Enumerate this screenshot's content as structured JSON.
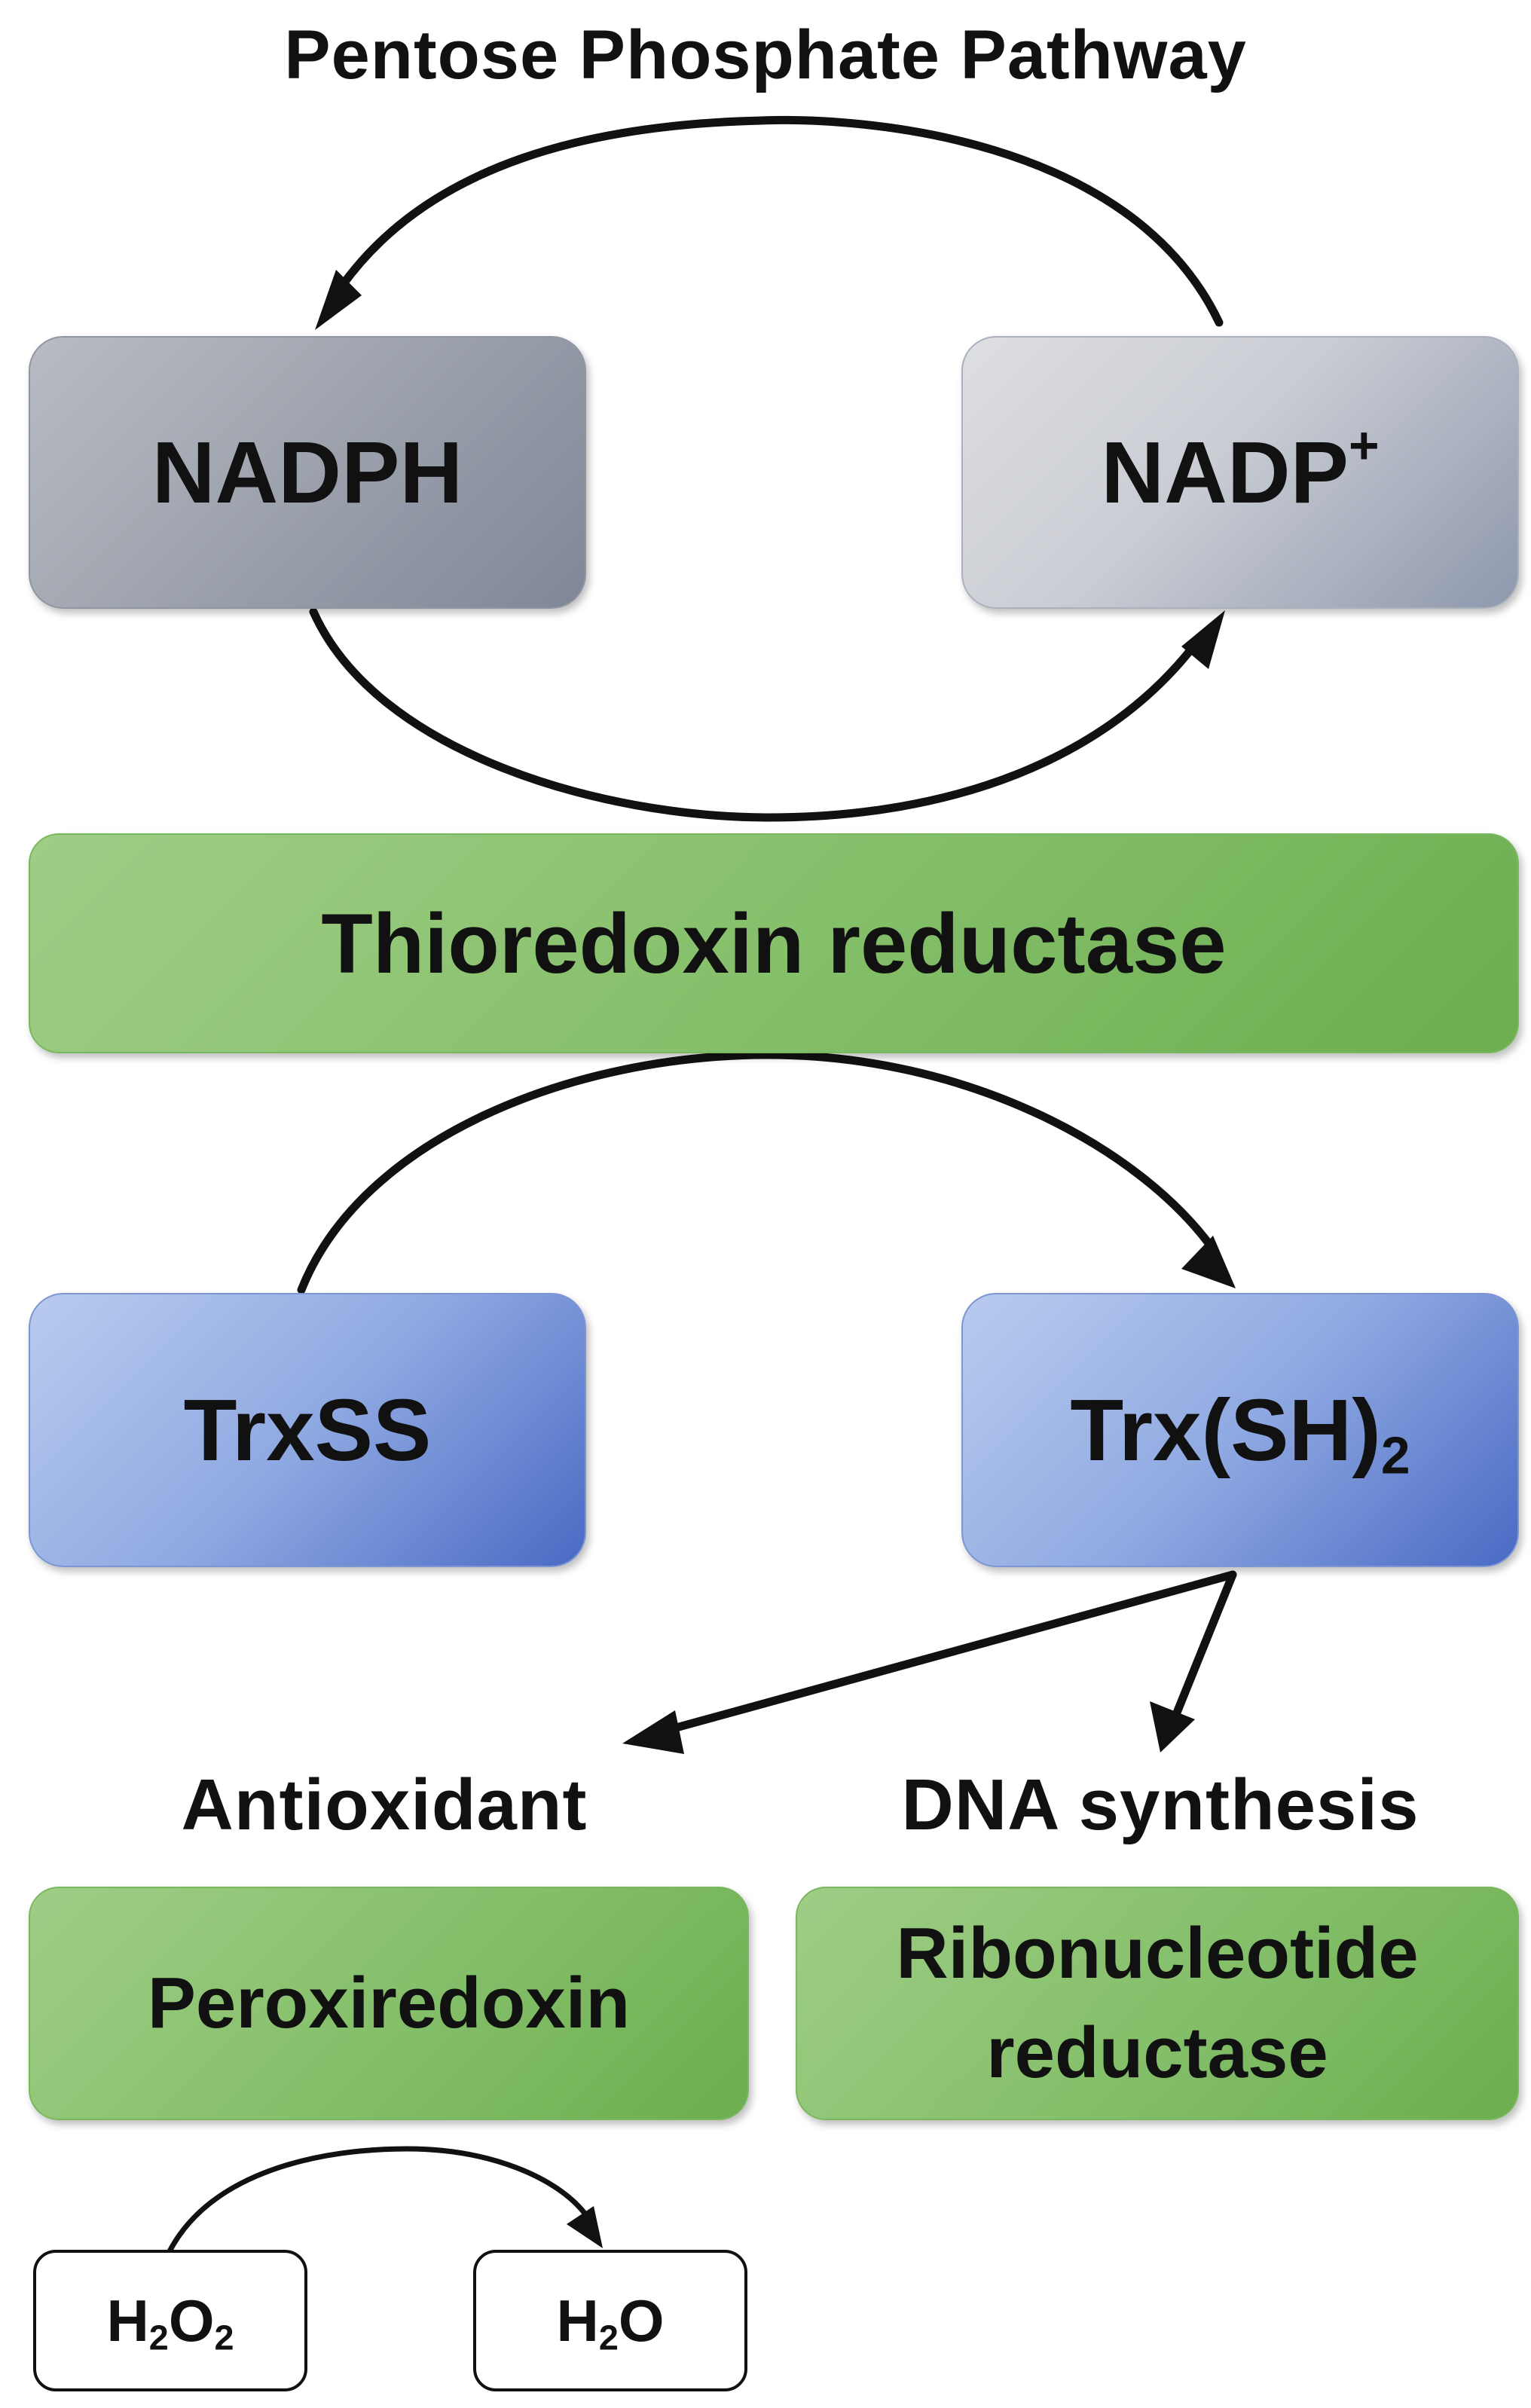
{
  "diagram": {
    "title": "Pentose Phosphate Pathway",
    "nodes": {
      "nadph": {
        "label": "NADPH"
      },
      "nadp": {
        "label": "NADP",
        "superscript": "+"
      },
      "thioredoxin_reductase": {
        "label": "Thioredoxin reductase"
      },
      "trxss": {
        "label": "TrxSS"
      },
      "trxsh2": {
        "label": "Trx(SH)",
        "subscript": "2"
      },
      "peroxiredoxin": {
        "label": "Peroxiredoxin"
      },
      "ribonucleotide_reductase": {
        "line1": "Ribonucleotide",
        "line2": "reductase"
      },
      "h2o2": {
        "part1": "H",
        "sub1": "2",
        "part2": "O",
        "sub2": "2"
      },
      "h2o": {
        "part1": "H",
        "sub1": "2",
        "part2": "O"
      }
    },
    "labels": {
      "antioxidant": "Antioxidant",
      "dna_synthesis": "DNA synthesis"
    }
  },
  "colors": {
    "arrow": "#111111",
    "nadph_box": "#9fa4ae",
    "nadp_box": "#c9ccd3",
    "enzyme_green": "#86c06b",
    "trx_blue": "#8fa9e2"
  }
}
